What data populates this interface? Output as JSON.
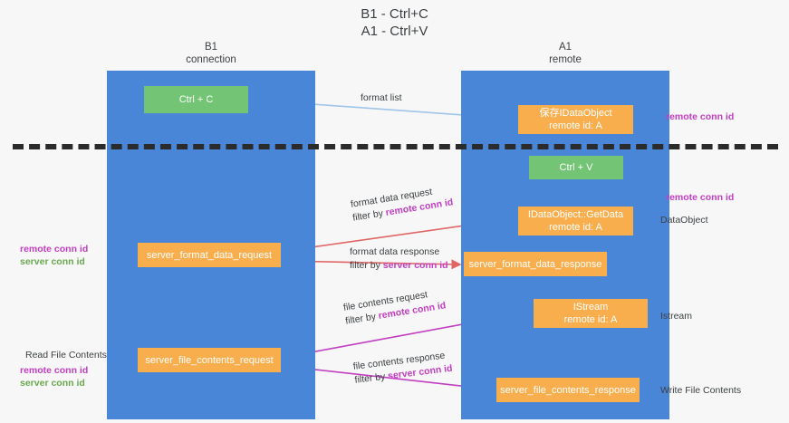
{
  "title": {
    "line1": "B1 - Ctrl+C",
    "line2": "A1 - Ctrl+V"
  },
  "columns": [
    {
      "id": "b1",
      "name": "B1",
      "subtitle": "connection"
    },
    {
      "id": "a1",
      "name": "A1",
      "subtitle": "remote"
    }
  ],
  "nodes": {
    "ctrl_c": {
      "label": "Ctrl + C",
      "color": "#74c476",
      "lane": "b1"
    },
    "save_idataobject": {
      "line1": "保存IDataObject",
      "line2": "remote id: A",
      "color": "#f9ae4d",
      "lane": "a1"
    },
    "ctrl_v": {
      "label": "Ctrl + V",
      "color": "#74c476",
      "lane": "a1"
    },
    "getdata": {
      "line1": "IDataObject::GetData",
      "line2": "remote id: A",
      "color": "#f9ae4d",
      "lane": "a1"
    },
    "server_format_data_request": {
      "label": "server_format_data_request",
      "color": "#f9ae4d",
      "lane": "b1"
    },
    "server_format_data_response": {
      "label": "server_format_data_response",
      "color": "#f9ae4d",
      "lane": "a1"
    },
    "istream": {
      "line1": "IStream",
      "line2": "remote id: A",
      "color": "#f9ae4d",
      "lane": "a1"
    },
    "server_file_contents_request": {
      "label": "server_file_contents_request",
      "color": "#f9ae4d",
      "lane": "b1"
    },
    "server_file_contents_response": {
      "label": "server_file_contents_response",
      "color": "#f9ae4d",
      "lane": "a1"
    }
  },
  "edges": {
    "format_list": {
      "label": "format list",
      "color": "#9fc5e8"
    },
    "format_data_request": {
      "label": "format data request",
      "filter_prefix": "filter by ",
      "filter_key": "remote conn id",
      "color": "#e06666"
    },
    "format_data_response": {
      "label": "format data response",
      "filter_prefix": "filter by ",
      "filter_key": "server conn id",
      "color": "#e06666"
    },
    "file_contents_request": {
      "label": "file contents request",
      "filter_prefix": "filter by ",
      "filter_key": "remote conn id",
      "color": "#c23ec2"
    },
    "file_contents_response": {
      "label": "file contents response",
      "filter_prefix": "filter by ",
      "filter_key": "server conn id",
      "color": "#c23ec2"
    }
  },
  "side_labels": {
    "right_remote_conn_id_top": "remote conn id",
    "right_remote_conn_id_mid": "remote conn id",
    "right_dataobject": "DataObject",
    "right_istream": "Istream",
    "right_write_file_contents": "Write File Contents",
    "left_remote_conn_id_mid": "remote conn id",
    "left_server_conn_id_mid": "server conn id",
    "left_read_file_contents": "Read File Contents",
    "left_remote_conn_id_bottom": "remote conn id",
    "left_server_conn_id_bottom": "server conn id"
  },
  "colors": {
    "lane": "#4a86d8",
    "green_node": "#74c476",
    "orange_node": "#f9ae4d",
    "divider": "#2b2b2b",
    "purple": "#c23ec2",
    "green_text": "#6aa84f",
    "red_arrow": "#e06666",
    "blue_arrow": "#9fc5e8",
    "black_arrow": "#1f1f1f",
    "background": "#f7f7f7"
  }
}
